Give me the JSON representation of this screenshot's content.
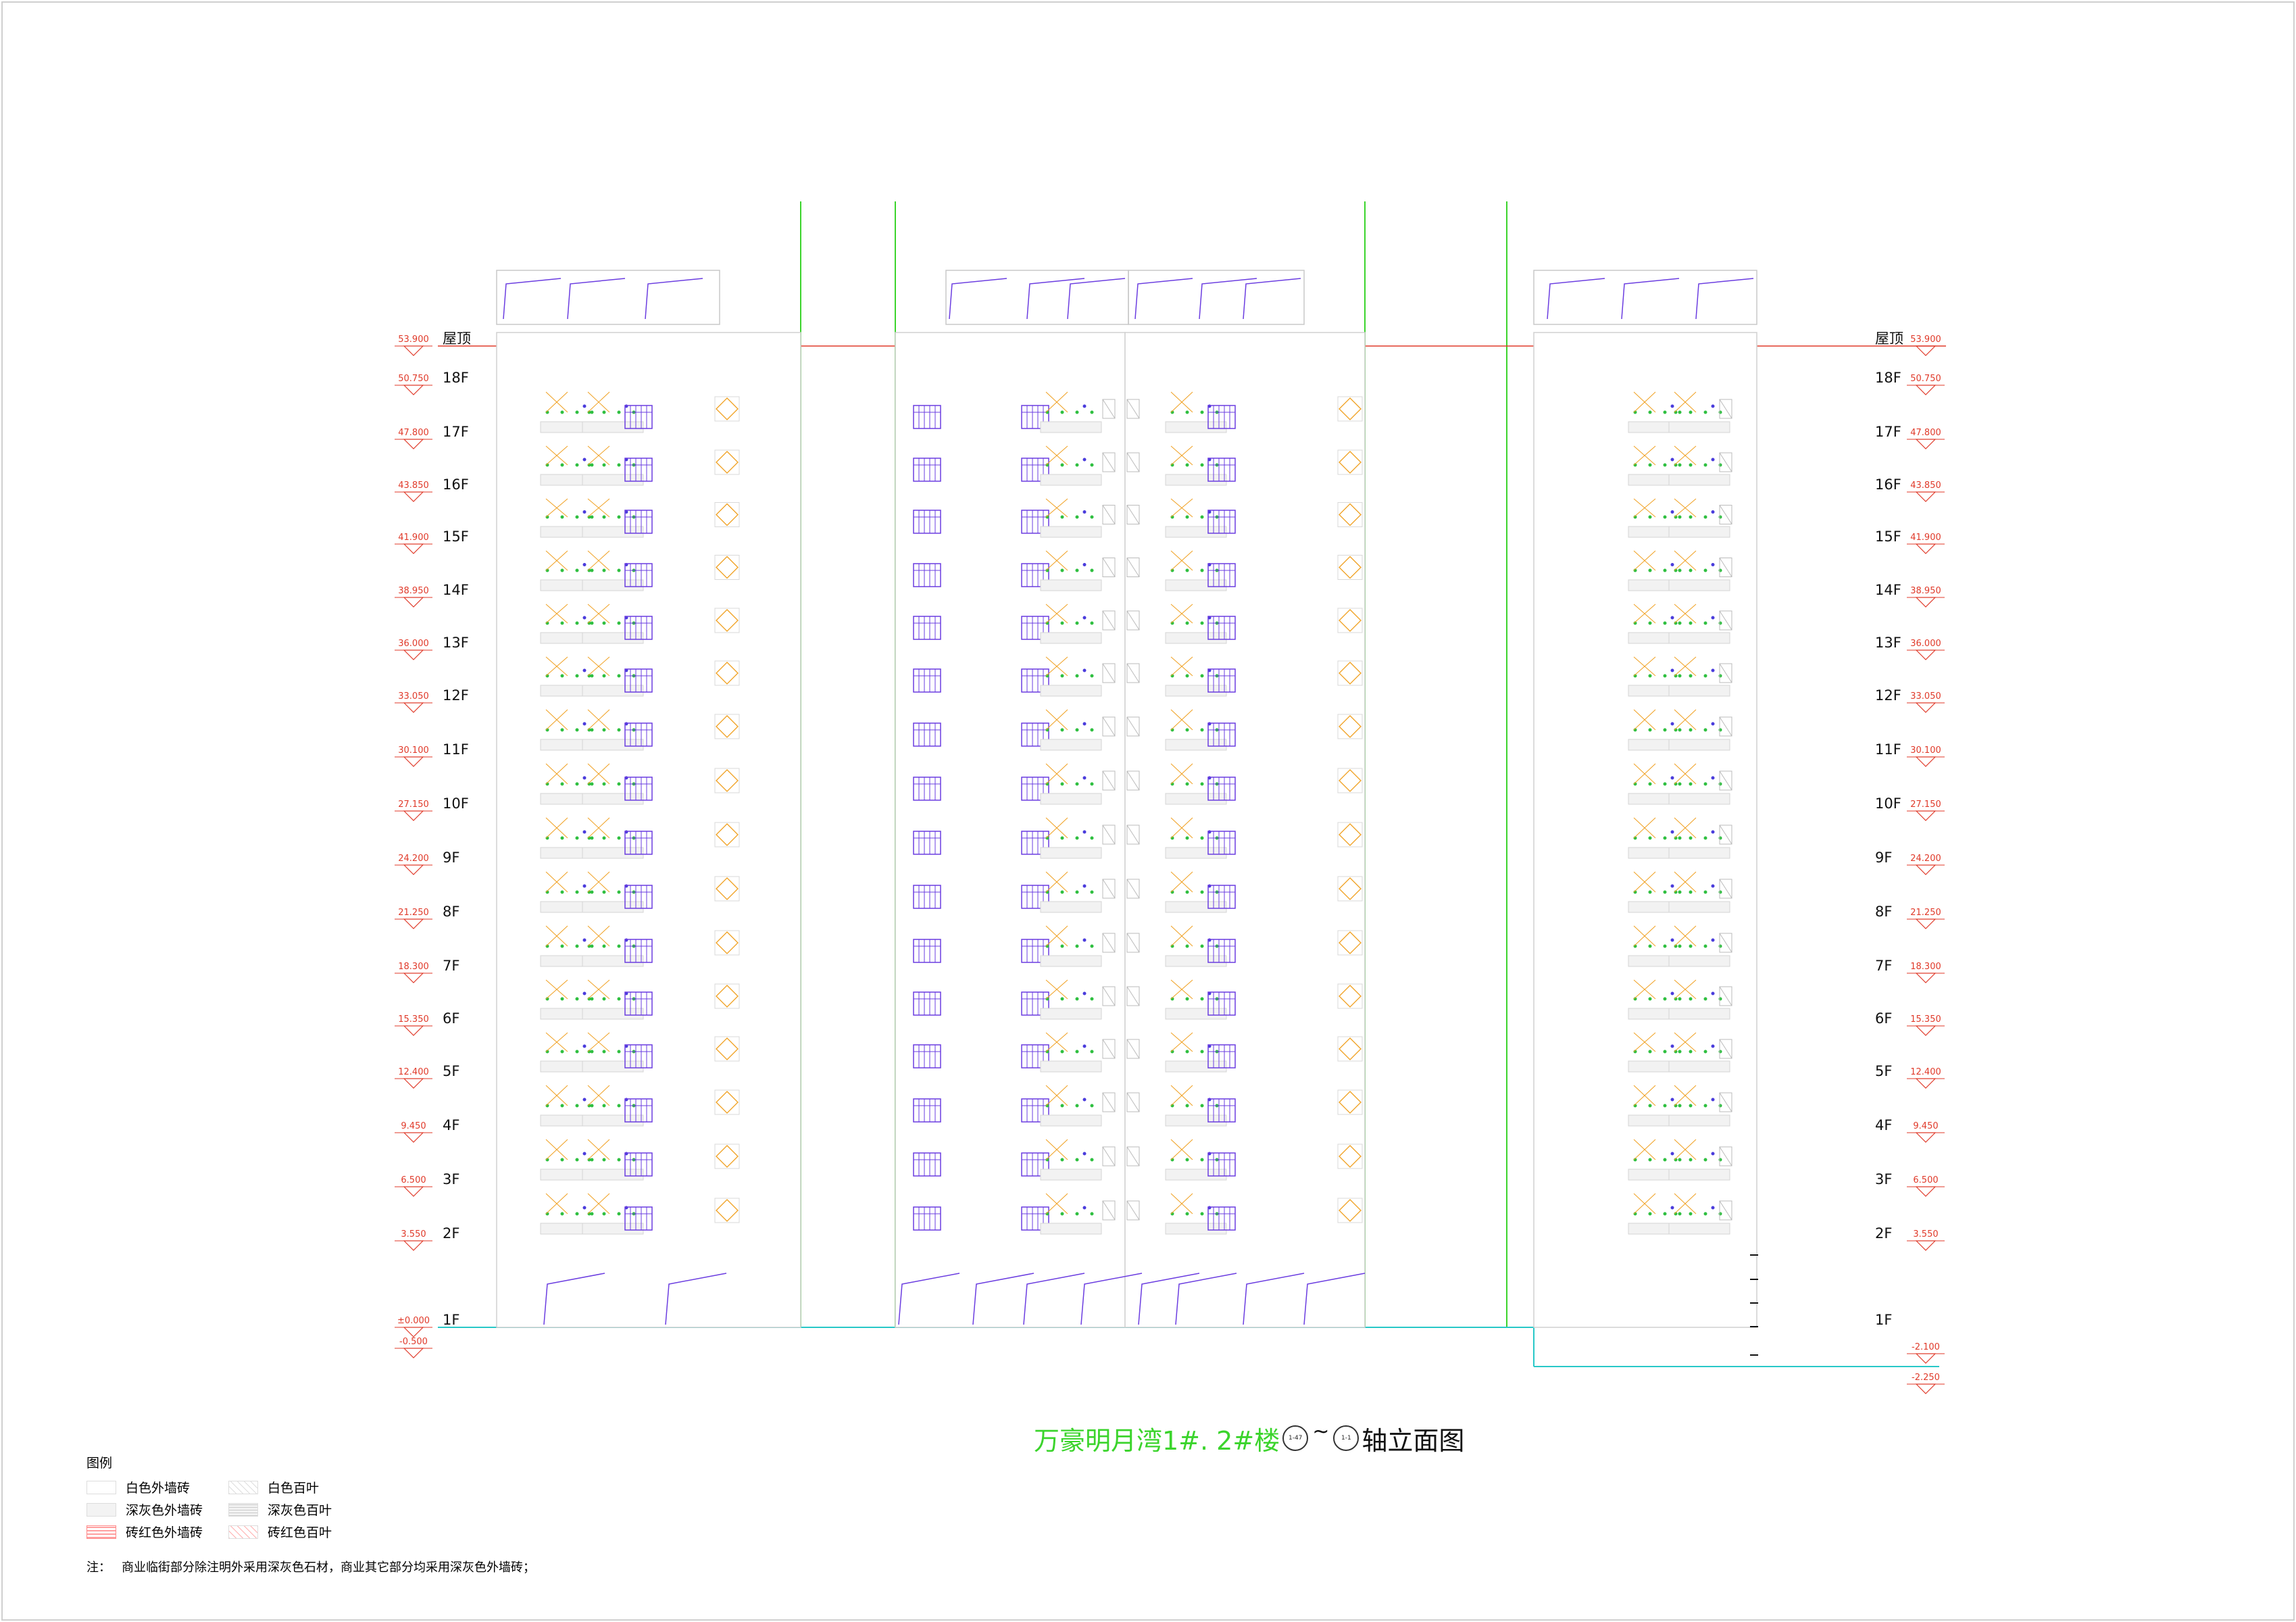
{
  "floors_left": [
    "屋顶",
    "18F",
    "17F",
    "16F",
    "15F",
    "14F",
    "13F",
    "12F",
    "11F",
    "10F",
    "9F",
    "8F",
    "7F",
    "6F",
    "5F",
    "4F",
    "3F",
    "2F",
    "1F"
  ],
  "elevations_left": [
    "53.900",
    "50.750",
    "47.800",
    "43.850",
    "41.900",
    "38.950",
    "36.000",
    "33.050",
    "30.100",
    "27.150",
    "24.200",
    "21.250",
    "18.300",
    "15.350",
    "12.400",
    "9.450",
    "6.500",
    "3.550",
    "±0.000",
    "-0.500"
  ],
  "floors_right": [
    "屋顶",
    "18F",
    "17F",
    "16F",
    "15F",
    "14F",
    "13F",
    "12F",
    "11F",
    "10F",
    "9F",
    "8F",
    "7F",
    "6F",
    "5F",
    "4F",
    "3F",
    "2F",
    "1F"
  ],
  "elevations_right": [
    "53.900",
    "50.750",
    "47.800",
    "43.850",
    "41.900",
    "38.950",
    "36.000",
    "33.050",
    "30.100",
    "27.150",
    "24.200",
    "21.250",
    "18.300",
    "15.350",
    "12.400",
    "9.450",
    "6.500",
    "3.550",
    "-2.100",
    "-2.250"
  ],
  "title": {
    "main": "万豪明月湾1#. 2#楼",
    "bubble_start": "1-47",
    "tilde": "~",
    "bubble_end": "1-1",
    "suffix": "轴立面图"
  },
  "legend": {
    "heading": "图例",
    "items": [
      {
        "label": "白色外墙砖",
        "swatch": "white"
      },
      {
        "label": "白色百叶",
        "swatch": "louver-white"
      },
      {
        "label": "深灰色外墙砖",
        "swatch": "grey"
      },
      {
        "label": "深灰色百叶",
        "swatch": "louver-grey"
      },
      {
        "label": "砖红色外墙砖",
        "swatch": "red"
      },
      {
        "label": "砖红色百叶",
        "swatch": "louver-red"
      }
    ]
  },
  "note": {
    "prefix": "注：",
    "text": "商业临街部分除注明外采用深灰色石材，商业其它部分均采用深灰色外墙砖；"
  },
  "colors": {
    "elevation_red": "#e03a2a",
    "axis_green": "#3bd42c",
    "window_purple": "#6a3ce0",
    "louver_orange": "#f0a020",
    "glass_green": "#2fbf40",
    "ground_cyan": "#28c8c8"
  }
}
